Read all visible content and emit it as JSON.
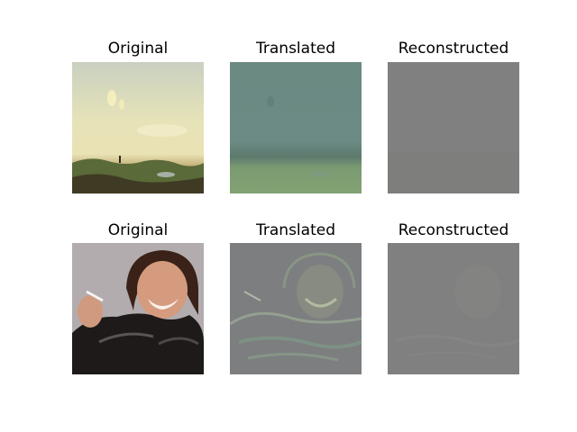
{
  "figure": {
    "rows": [
      {
        "panels": [
          {
            "title": "Original",
            "image": "landscape-painting"
          },
          {
            "title": "Translated",
            "image": "landscape-translated"
          },
          {
            "title": "Reconstructed",
            "image": "landscape-reconstructed"
          }
        ]
      },
      {
        "panels": [
          {
            "title": "Original",
            "image": "portrait-photo"
          },
          {
            "title": "Translated",
            "image": "portrait-translated"
          },
          {
            "title": "Reconstructed",
            "image": "portrait-reconstructed"
          }
        ]
      }
    ]
  },
  "colors": {
    "background": "#ffffff",
    "title": "#000000",
    "sky": "#dcdcb4",
    "land": "#8c8c5a",
    "translated_tone": "#6e8c82",
    "reconstructed_tone": "#7f7f7f",
    "portrait_background": "#b4aeb0",
    "jacket": "#1e1a1a",
    "skin": "#d29a7c"
  }
}
